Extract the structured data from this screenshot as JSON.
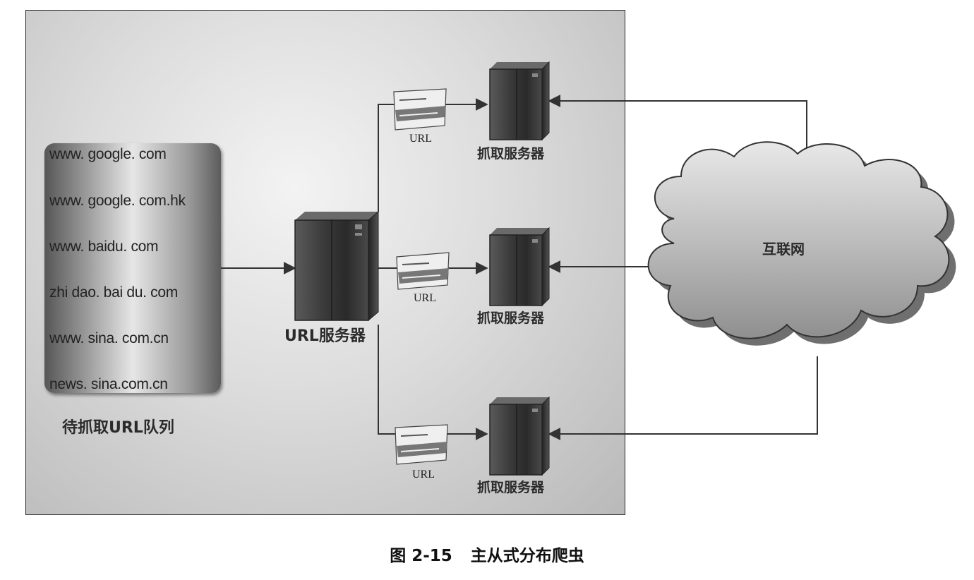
{
  "queue": {
    "items": [
      "www. google. com",
      "www. google. com.hk",
      "www. baidu. com",
      "zhi dao. bai du. com",
      "www. sina. com.cn",
      "news. sina.com.cn"
    ],
    "label": "待抓取URL队列"
  },
  "url_server": {
    "label": "URL服务器"
  },
  "crawl_servers": [
    {
      "label": "抓取服务器",
      "url_label": "URL"
    },
    {
      "label": "抓取服务器",
      "url_label": "URL"
    },
    {
      "label": "抓取服务器",
      "url_label": "URL"
    }
  ],
  "internet": {
    "label": "互联网"
  },
  "caption": {
    "number": "图 2-15",
    "title": "主从式分布爬虫"
  }
}
